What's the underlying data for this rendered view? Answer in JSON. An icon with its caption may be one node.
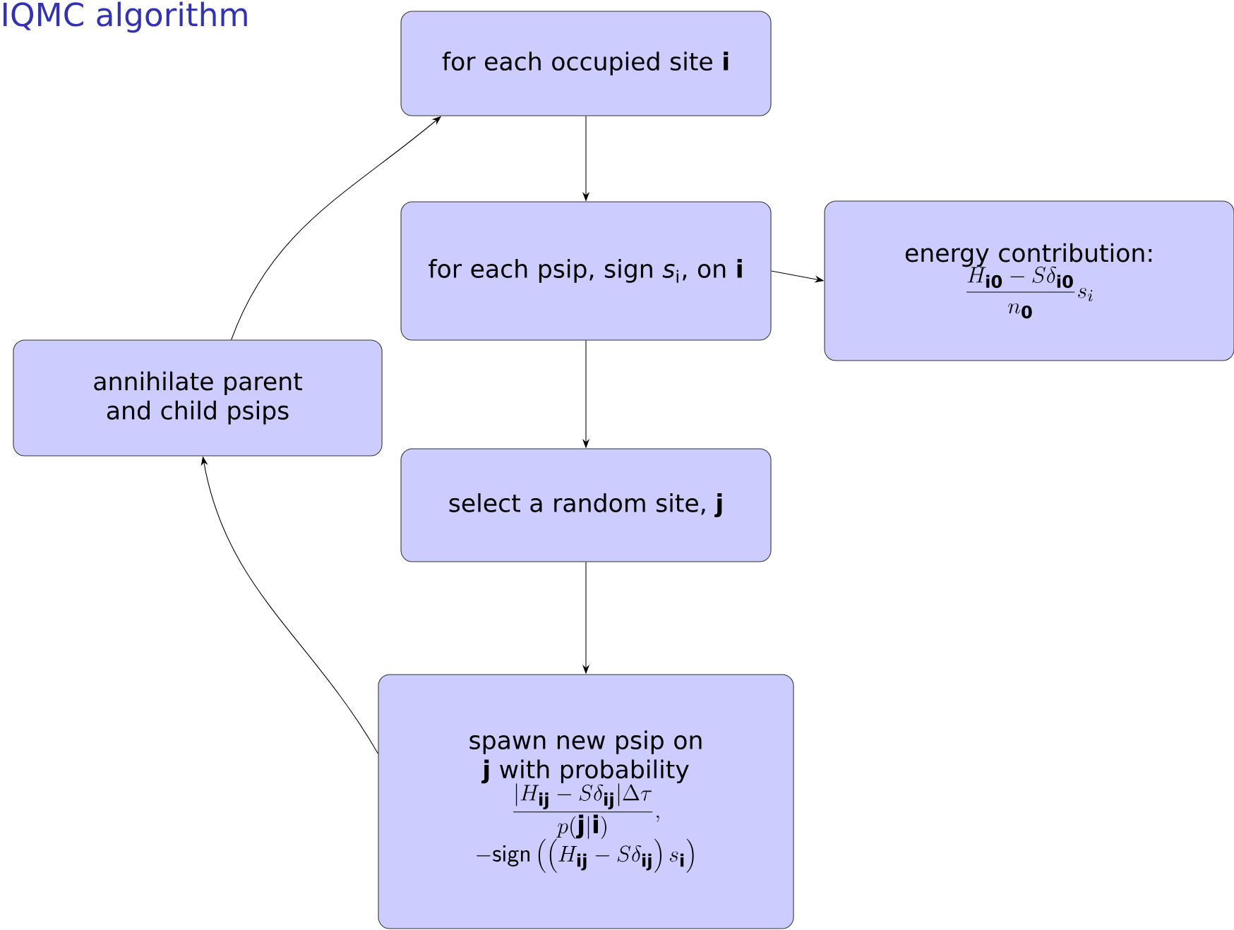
{
  "diagram": {
    "title": "IQMC algorithm",
    "nodes": [
      {
        "text": [
          "for each occupied site **i**"
        ]
      },
      {
        "text": [
          "for each psip, sign *s*$_{i}$, on **i**"
        ]
      },
      {
        "text": [
          "energy contribution:",
          "\\frac{H_{\\mathbf{i0}}-S\\delta_{\\mathbf{i0}}}{n_{\\mathbf{0}}}s_i"
        ]
      },
      {
        "text": [
          "select a random site, **j**"
        ]
      },
      {
        "text": [
          "spawn new psip on **j** with probability",
          "\\frac{|H_{\\mathbf{ij}}-S\\delta_{\\mathbf{ij}}|\\Delta\\tau}{p(\\mathbf{j}|\\mathbf{i})},",
          "-\\mathsf{sign}\\left(\\left(H_{\\mathbf{ij}}-S\\delta_{\\mathbf{ij}}\\right)s_{\\mathbf{i}}\\right)"
        ]
      },
      {
        "text": [
          "annihilate parent and child psips"
        ]
      }
    ],
    "edges": [
      {
        "from": 0,
        "to": 1,
        "arrow": "to"
      },
      {
        "from": 1,
        "to": 2,
        "arrow": "to"
      },
      {
        "from": 1,
        "to": 3,
        "arrow": "to"
      },
      {
        "from": 3,
        "to": 4,
        "arrow": "to"
      },
      {
        "from": 4,
        "to": 5,
        "arrow": "to"
      },
      {
        "from": 5,
        "to": 0,
        "arrow": "to"
      }
    ]
  }
}
